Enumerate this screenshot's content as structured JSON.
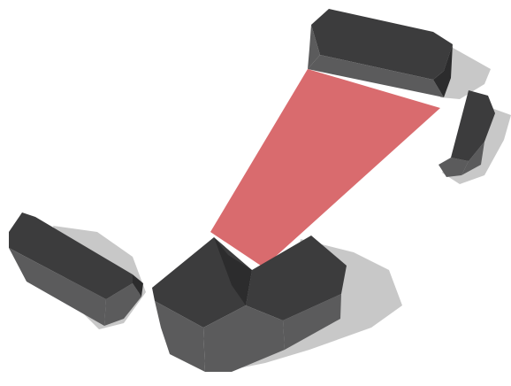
{
  "scene": {
    "background_color": "#ffffff",
    "highlight_color": "#d96b6e",
    "building_top_color": "#3c3c3d",
    "building_side_color": "#5b5b5c",
    "building_dark_color": "#2c2c2d",
    "shadow_color": "#c8c8c8",
    "buildings": [
      {
        "name": "top-building"
      },
      {
        "name": "right-building"
      },
      {
        "name": "left-building"
      },
      {
        "name": "center-building"
      }
    ],
    "highlight": {
      "name": "red-highlight-trapezoid"
    }
  }
}
